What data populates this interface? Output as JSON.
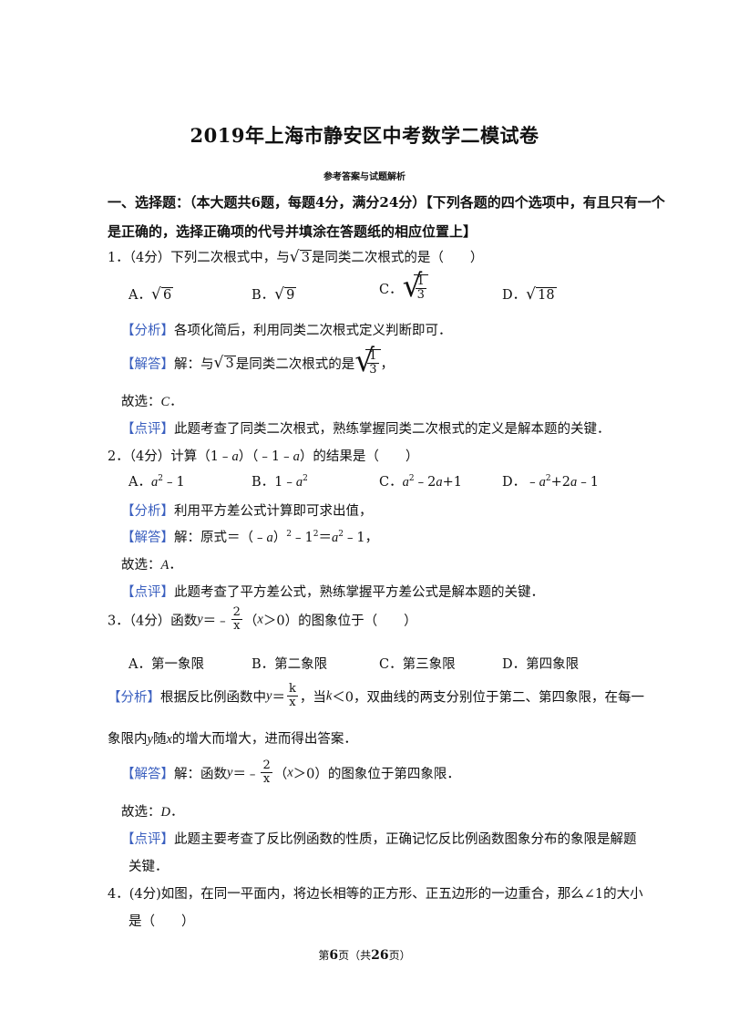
{
  "title": "2019年上海市静安区中考数学二模试卷",
  "subtitle": "参考答案与试题解析",
  "section": {
    "line1": "一、选择题：（本大题共6题，每题4分，满分24分）【下列各题的四个选项中，有且只有一个",
    "line2": "是正确的，选择正确项的代号并填涂在答题纸的相应位置上】"
  },
  "tags": {
    "analysis": "【分析】",
    "answer": "【解答】",
    "comment": "【点评】"
  },
  "q1": {
    "stem_a": "1．（4分）下列二次根式中，与",
    "stem_rad": "3",
    "stem_b": "是同类二次根式的是（　　）",
    "optA": "A．",
    "optA_rad": "6",
    "optB": "B．",
    "optB_rad": "9",
    "optC": "C．",
    "optC_num": "1",
    "optC_den": "3",
    "optD": "D．",
    "optD_rad": "18",
    "analysis": "各项化简后，利用同类二次根式定义判断即可．",
    "answer_a": "解：与",
    "answer_rad": "3",
    "answer_b": "是同类二次根式的是",
    "answer_num": "1",
    "answer_den": "3",
    "answer_c": "，",
    "choose": "故选：",
    "choose_letter": "C",
    "choose_end": "．",
    "comment": "此题考查了同类二次根式，熟练掌握同类二次根式的定义是解本题的关键．"
  },
  "q2": {
    "stem_a": "2．（4分）计算（1﹣",
    "stem_b": "）（﹣1﹣",
    "stem_c": "）的结果是（　　）",
    "var": "a",
    "optA": "A．",
    "optB": "B．",
    "optC": "C．",
    "optD": "D．",
    "analysis": "利用平方差公式计算即可求出值，",
    "answer_a": "解：原式＝（﹣",
    "answer_b": "）",
    "answer_c": "﹣1",
    "answer_d": "＝",
    "answer_e": "﹣1，",
    "two": "2",
    "choose": "故选：",
    "choose_letter": "A",
    "choose_end": "．",
    "comment": "此题考查了平方差公式，熟练掌握平方差公式是解本题的关键．"
  },
  "q3": {
    "stem_a": "3．（4分）函数",
    "y": "y",
    "eq": "＝﹣",
    "num": "2",
    "den": "x",
    "cond_a": "（",
    "x": "x",
    "cond_b": "＞0）的图象位于（　　）",
    "optA": "A．第一象限",
    "optB": "B．第二象限",
    "optC": "C．第三象限",
    "optD": "D．第四象限",
    "analysis_a": "根据反比例函数中",
    "analysis_eq": "＝",
    "k": "k",
    "analysis_b": "，当",
    "analysis_c": "＜0，双曲线的两支分别位于第二、第四象限，在每一",
    "analysis_line2_a": "象限内",
    "analysis_line2_b": "随",
    "analysis_line2_c": "的增大而增大，进而得出答案．",
    "answer_a": "解：函数",
    "answer_b": "＞0）的图象位于第四象限．",
    "choose": "故选：",
    "choose_letter": "D",
    "choose_end": "．",
    "comment_line1": "此题主要考查了反比例函数的性质，正确记忆反比例函数图象分布的象限是解题",
    "comment_line2": "关键．"
  },
  "q4": {
    "line1": "4．(4分)如图，在同一平面内，将边长相等的正方形、正五边形的一边重合，那么∠1的大小",
    "line2": "是（　　）"
  },
  "footer": {
    "a": "第",
    "page": "6",
    "b": "页（共",
    "total": "26",
    "c": "页）"
  }
}
